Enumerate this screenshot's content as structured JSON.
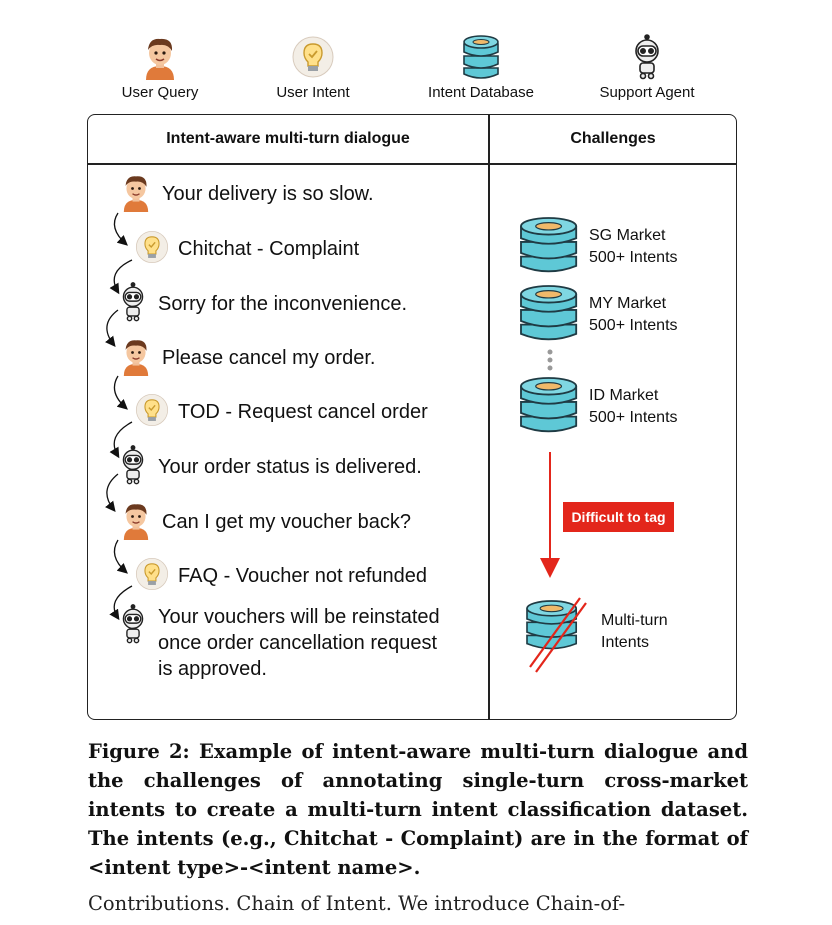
{
  "legend": {
    "user_query": "User Query",
    "user_intent": "User Intent",
    "intent_database": "Intent Database",
    "support_agent": "Support Agent"
  },
  "panel": {
    "left_header": "Intent-aware multi-turn dialogue",
    "right_header": "Challenges"
  },
  "dialogue": [
    {
      "speaker": "user",
      "text": "Your delivery is so slow."
    },
    {
      "speaker": "intent",
      "text": "Chitchat - Complaint"
    },
    {
      "speaker": "agent",
      "text": "Sorry for the inconvenience."
    },
    {
      "speaker": "user",
      "text": "Please cancel my order."
    },
    {
      "speaker": "intent",
      "text": "TOD - Request cancel order"
    },
    {
      "speaker": "agent",
      "text": "Your order status is delivered."
    },
    {
      "speaker": "user",
      "text": "Can I get my voucher back?"
    },
    {
      "speaker": "intent",
      "text": "FAQ - Voucher not refunded"
    },
    {
      "speaker": "agent",
      "text": "Your vouchers will be reinstated once order cancellation request is approved."
    }
  ],
  "agent_last_lines": [
    "Your vouchers will be reinstated",
    "once order cancellation request",
    "is approved."
  ],
  "markets": [
    {
      "name": "SG Market",
      "count": "500+ Intents"
    },
    {
      "name": "MY Market",
      "count": "500+ Intents"
    },
    {
      "name": "ID Market",
      "count": "500+ Intents"
    }
  ],
  "tag_label": "Difficult to tag",
  "multi_turn": {
    "line1": "Multi-turn",
    "line2": "Intents"
  },
  "caption": "Figure 2: Example of intent-aware multi-turn dialogue and the challenges of annotating single-turn cross-market intents to create a multi-turn intent classification dataset. The intents (e.g., Chitchat - Complaint) are in the format of <intent type>-<intent name>.",
  "body_fragment": "Contributions. Chain of Intent. We introduce Chain-of-",
  "colors": {
    "accent_red": "#e3261b",
    "db_teal": "#5ec8d6",
    "db_stroke": "#1f3b44"
  }
}
